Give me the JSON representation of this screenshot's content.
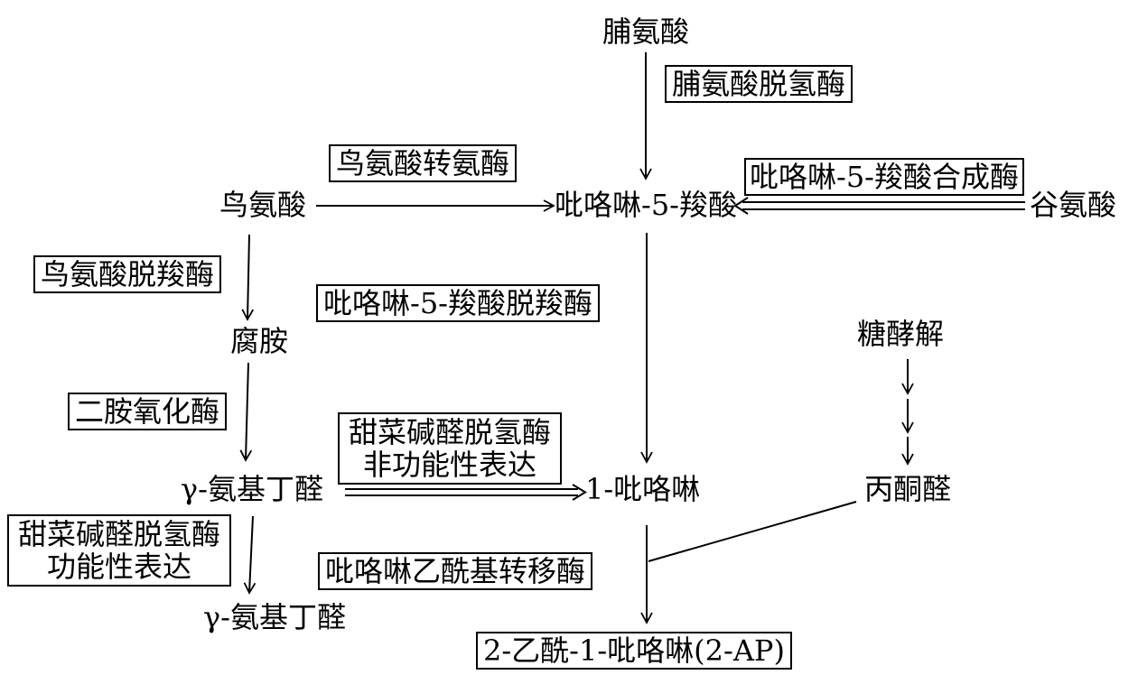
{
  "diagram": {
    "compounds": {
      "proline": "脯氨酸",
      "p5c": "吡咯啉-5-羧酸",
      "glutamate": "谷氨酸",
      "ornithine": "鸟氨酸",
      "putrescine": "腐胺",
      "glycolysis": "糖酵解",
      "gaba_aldehyde_1": "γ-氨基丁醛",
      "pyrroline": "1-吡咯啉",
      "methylglyoxal": "丙酮醛",
      "gaba_aldehyde_2": "γ-氨基丁醛",
      "product_2ap": "2-乙酰-1-吡咯啉(2-AP)"
    },
    "enzymes": {
      "proline_dehydrogenase": "脯氨酸脱氢酶",
      "ornithine_aminotransferase": "鸟氨酸转氨酶",
      "p5c_synthetase": "吡咯啉-5-羧酸合成酶",
      "ornithine_decarboxylase": "鸟氨酸脱羧酶",
      "p5c_decarboxylase": "吡咯啉-5-羧酸脱羧酶",
      "diamine_oxidase": "二胺氧化酶",
      "badh_nonfunctional_line1": "甜菜碱醛脱氢酶",
      "badh_nonfunctional_line2": "非功能性表达",
      "badh_functional_line1": "甜菜碱醛脱氢酶",
      "badh_functional_line2": "功能性表达",
      "pyrroline_acetyltransferase": "吡咯啉乙酰基转移酶"
    }
  },
  "colors": {
    "ink": "#000000",
    "background": "#ffffff"
  }
}
